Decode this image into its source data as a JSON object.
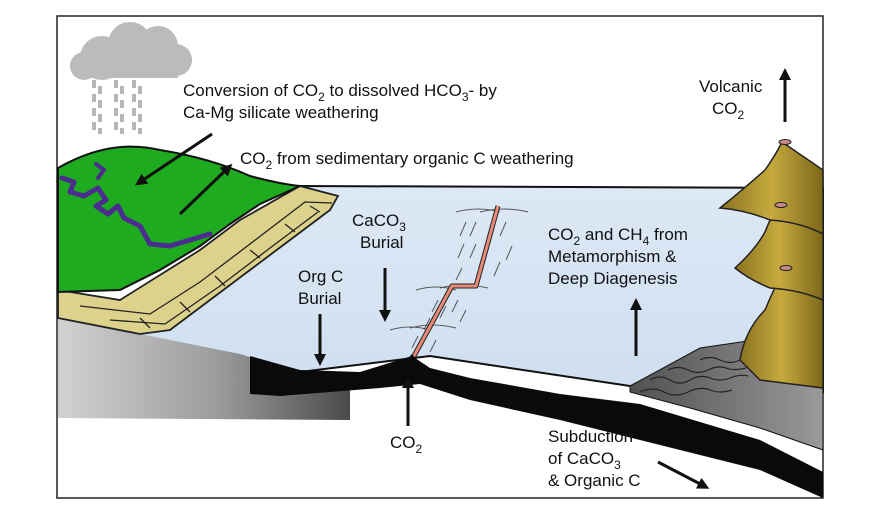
{
  "labels": {
    "weathering_silicate": {
      "line1_pre": "Conversion of CO",
      "line1_sub": "2",
      "line1_mid": " to dissolved HCO",
      "line1_sub2": "3",
      "line1_post": "- by",
      "line2": "Ca-Mg silicate weathering"
    },
    "weathering_organic": {
      "pre": "CO",
      "sub": "2",
      "post": " from sedimentary organic C weathering"
    },
    "volcanic": {
      "line1": "Volcanic",
      "line2_pre": "CO",
      "line2_sub": "2"
    },
    "caco3_burial": {
      "line1_pre": "CaCO",
      "line1_sub": "3",
      "line2": "Burial"
    },
    "org_c_burial": {
      "line1": "Org C",
      "line2": "Burial"
    },
    "metamorphism": {
      "line1_pre": "CO",
      "line1_sub": "2",
      "line1_mid": " and CH",
      "line1_sub2": "4",
      "line1_post": " from",
      "line2": "Metamorphism &",
      "line3": "Deep Diagenesis"
    },
    "ridge_co2": {
      "pre": "CO",
      "sub": "2"
    },
    "subduction": {
      "line1": "Subduction",
      "line2_pre": "of CaCO",
      "line2_sub": "3",
      "line3": "& Organic C"
    }
  },
  "colors": {
    "ocean": "#d7e5f3",
    "land": "#1fab1f",
    "sediment": "#ddd28c",
    "river": "#4b2c8f",
    "volcano": "#9c8425",
    "ridge_rift": "#e88a78",
    "crust": "#000000"
  }
}
